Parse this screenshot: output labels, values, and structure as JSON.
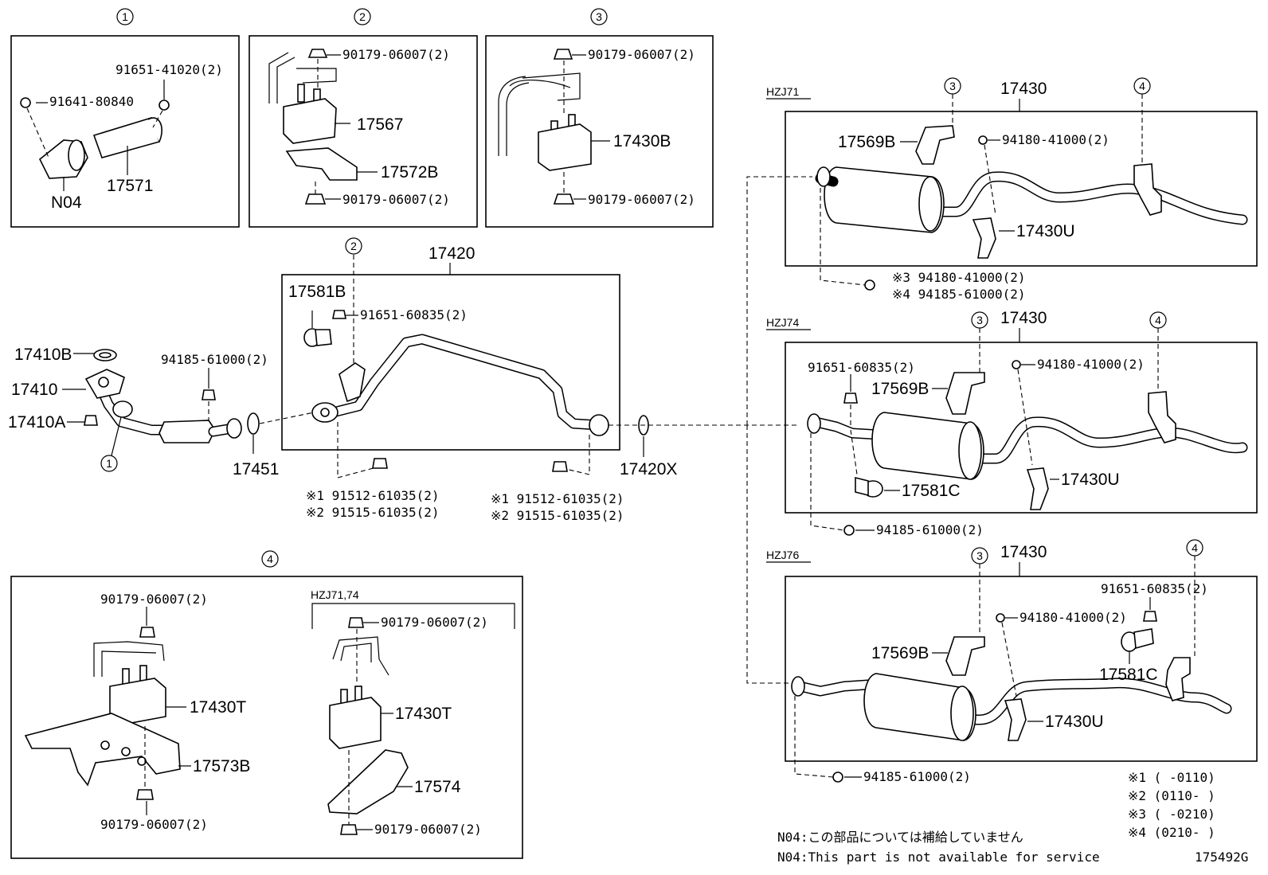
{
  "callouts": {
    "c1": "1",
    "c2": "2",
    "c3": "3",
    "c4": "4"
  },
  "box1": {
    "p91651_41020": "91651-41020(2)",
    "p91641": "91641-80840",
    "p17571": "17571",
    "n04": "N04"
  },
  "box2": {
    "bolt_top": "90179-06007(2)",
    "p17567": "17567",
    "p17572B": "17572B",
    "bolt_bot": "90179-06007(2)"
  },
  "box3": {
    "bolt_top": "90179-06007(2)",
    "p17430B": "17430B",
    "bolt_bot": "90179-06007(2)"
  },
  "front": {
    "p17420": "17420",
    "p17581B": "17581B",
    "p91651_60835": "91651-60835(2)",
    "p17410B": "17410B",
    "p17410": "17410",
    "p17410A": "17410A",
    "p94185": "94185-61000(2)",
    "p17451": "17451",
    "p17420X": "17420X",
    "l1a": "※1 91512-61035(2)",
    "l1b": "※2 91515-61035(2)",
    "r1a": "※1 91512-61035(2)",
    "r1b": "※2 91515-61035(2)"
  },
  "hzj71": {
    "model": "HZJ71",
    "p17430": "17430",
    "p17569B": "17569B",
    "p94180": "94180-41000(2)",
    "p17430U": "17430U",
    "n3": "※3 94180-41000(2)",
    "n4": "※4 94185-61000(2)"
  },
  "hzj74": {
    "model": "HZJ74",
    "p17430": "17430",
    "p91651": "91651-60835(2)",
    "p94180": "94180-41000(2)",
    "p17569B": "17569B",
    "p17430U": "17430U",
    "p17581C": "17581C",
    "p94185": "94185-61000(2)"
  },
  "hzj76": {
    "model": "HZJ76",
    "p17430": "17430",
    "p91651": "91651-60835(2)",
    "p94180": "94180-41000(2)",
    "p17569B": "17569B",
    "p17581C": "17581C",
    "p17430U": "17430U",
    "p94185": "94185-61000(2)"
  },
  "box4": {
    "bolt_top": "90179-06007(2)",
    "p17430T": "17430T",
    "p17573B": "17573B",
    "bolt_bot": "90179-06007(2)",
    "sub_model": "HZJ71,74",
    "sub_bolt_top": "90179-06007(2)",
    "sub_17430T": "17430T",
    "sub_17574": "17574",
    "sub_bolt_bot": "90179-06007(2)"
  },
  "notes": {
    "n1": "※1 (      -0110)",
    "n2": "※2 (0110-      )",
    "n3": "※3 (      -0210)",
    "n4": "※4 (0210-      )",
    "n04_jp": "N04:この部品については補給していません",
    "n04_en": "N04:This part is not available for service",
    "code": "175492G"
  }
}
